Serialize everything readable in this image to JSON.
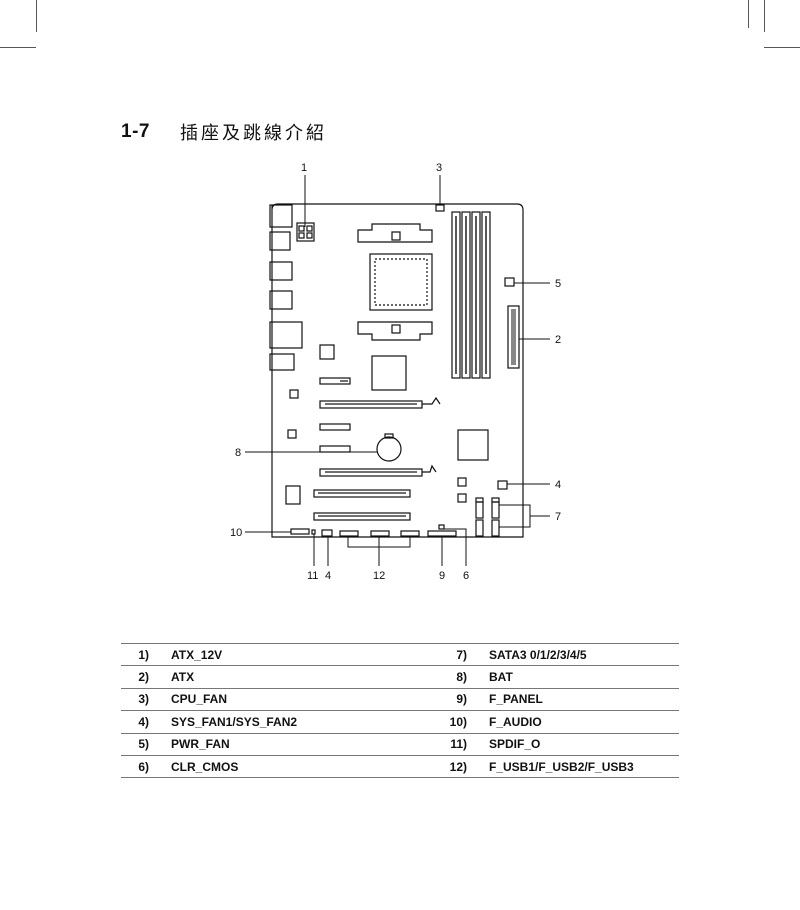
{
  "section": {
    "number": "1-7",
    "title": "插座及跳線介紹"
  },
  "callouts": [
    "1",
    "2",
    "3",
    "4",
    "5",
    "6",
    "7",
    "8",
    "9",
    "10",
    "11",
    "4",
    "12"
  ],
  "legend": {
    "rows": [
      {
        "n1": "1)",
        "c1": "ATX_12V",
        "n2": "7)",
        "c2": "SATA3 0/1/2/3/4/5"
      },
      {
        "n1": "2)",
        "c1": "ATX",
        "n2": "8)",
        "c2": "BAT"
      },
      {
        "n1": "3)",
        "c1": "CPU_FAN",
        "n2": "9)",
        "c2": "F_PANEL"
      },
      {
        "n1": "4)",
        "c1": "SYS_FAN1/SYS_FAN2",
        "n2": "10)",
        "c2": "F_AUDIO"
      },
      {
        "n1": "5)",
        "c1": "PWR_FAN",
        "n2": "11)",
        "c2": "SPDIF_O"
      },
      {
        "n1": "6)",
        "c1": "CLR_CMOS",
        "n2": "12)",
        "c2": "F_USB1/F_USB2/F_USB3"
      }
    ]
  },
  "colors": {
    "ink": "#111111",
    "rule": "#777777",
    "crop_marks": "#555555"
  }
}
